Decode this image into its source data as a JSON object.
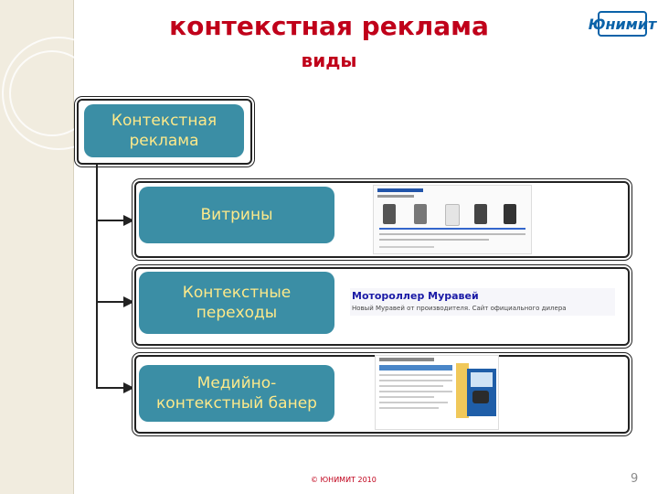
{
  "title": "контекстная реклама",
  "subtitle": "виды",
  "logo": "Юнимит",
  "root_box": "Контекстная реклама",
  "items": [
    {
      "label": "Витрины"
    },
    {
      "label": "Контекстные переходы",
      "ad_title": "Мотороллер Муравей",
      "ad_text": "Новый Муравей от производителя. Сайт официального дилера"
    },
    {
      "label": "Медийно-контекстный банер"
    }
  ],
  "footer": "© ЮНИМИТ 2010",
  "page_number": "9",
  "colors": {
    "title": "#c0001a",
    "box": "#3b8ea5",
    "box_text": "#fde98a"
  }
}
